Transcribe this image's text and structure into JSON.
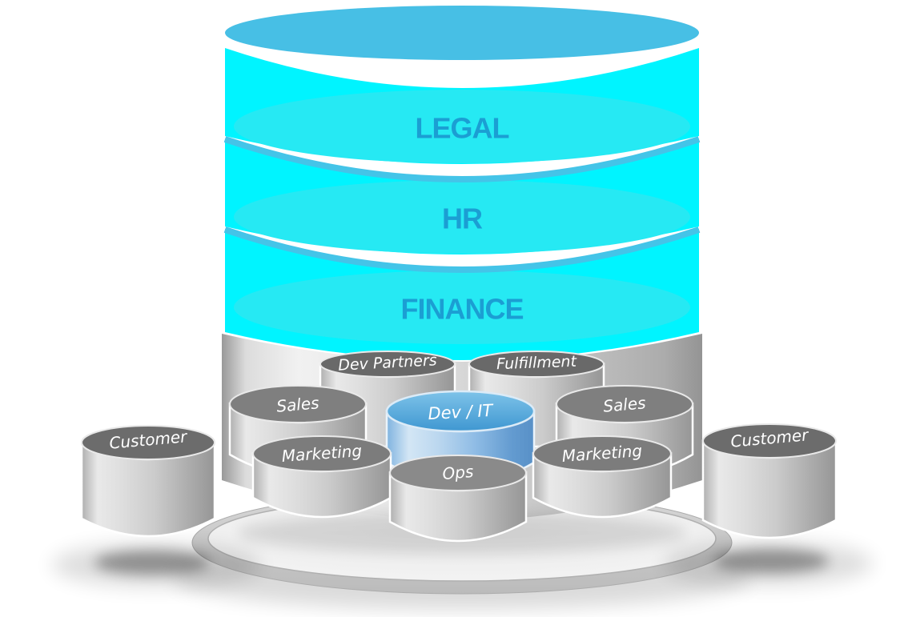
{
  "diagram": {
    "stack": {
      "layers": [
        {
          "label": "LEGAL"
        },
        {
          "label": "HR"
        },
        {
          "label": "FINANCE"
        }
      ]
    },
    "departments": [
      {
        "label": "Dev Partners"
      },
      {
        "label": "Fulfillment"
      },
      {
        "label": "Sales"
      },
      {
        "label": "Sales"
      },
      {
        "label": "Dev / IT"
      },
      {
        "label": "Marketing"
      },
      {
        "label": "Marketing"
      },
      {
        "label": "Ops"
      }
    ],
    "customers": [
      {
        "label": "Customer"
      },
      {
        "label": "Customer"
      }
    ],
    "colors": {
      "stack_body_cyan": "#00F4FF",
      "stack_face_cyan": "#26E9F3",
      "stack_lid_blue": "#47BFE5",
      "junction_blue": "#44C4E8",
      "layer_label_blue": "#1B9ED3",
      "dev_it_blue": "#4FA5DA",
      "dark_cylinder_top": "#696969",
      "platform_gray": "#D8D8D8",
      "label_white": "#FFFFFF"
    }
  }
}
